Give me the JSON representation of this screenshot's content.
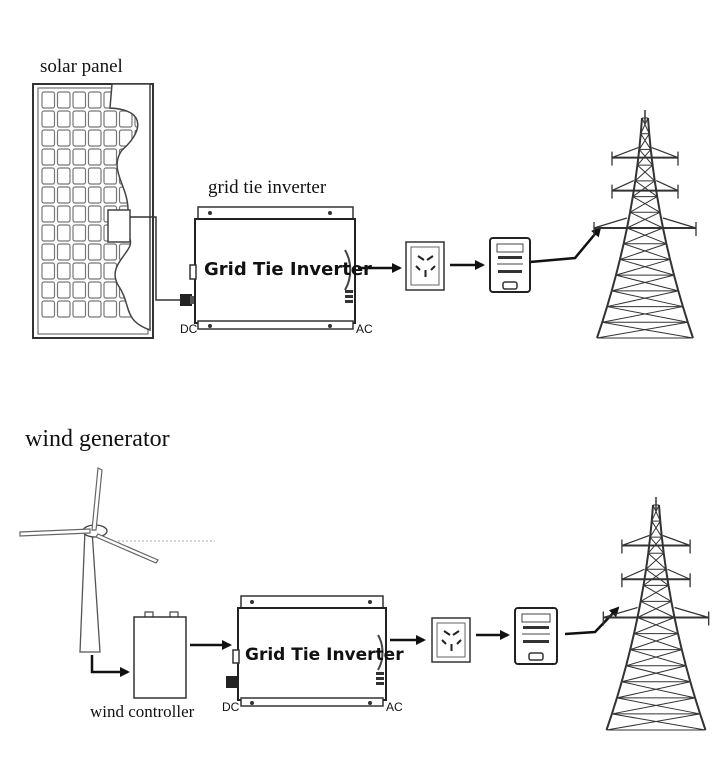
{
  "top": {
    "solar_panel_label": "solar panel",
    "inverter_caption": "grid tie inverter",
    "inverter_text": "Grid Tie Inverter",
    "dc_label": "DC",
    "ac_label": "AC"
  },
  "bottom": {
    "title": "wind generator",
    "controller_label": "wind controller",
    "inverter_text": "Grid Tie Inverter",
    "dc_label": "DC",
    "ac_label": "AC"
  },
  "icons": {
    "socket": "power-outlet-icon",
    "meter": "electric-meter-icon",
    "tower": "transmission-tower-icon",
    "turbine": "wind-turbine-icon",
    "panel": "solar-panel-icon"
  },
  "colors": {
    "line": "#111111",
    "fill": "#ffffff"
  }
}
